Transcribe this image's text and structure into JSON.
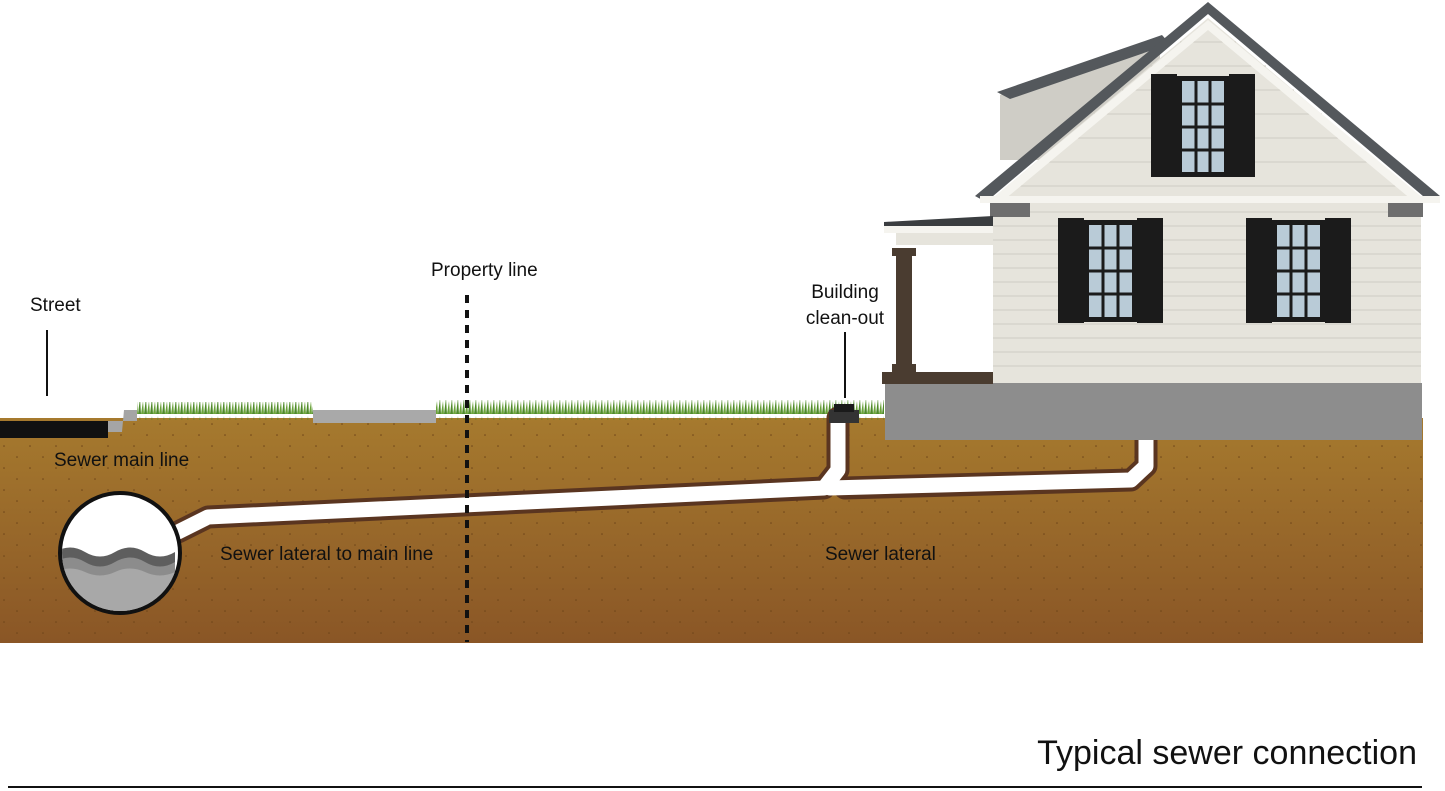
{
  "title": "Typical sewer connection",
  "labels": {
    "street": "Street",
    "property_line": "Property line",
    "clean_out_line1": "Building",
    "clean_out_line2": "clean-out",
    "sewer_main_line": "Sewer main line",
    "lateral_to_main": "Sewer lateral to main line",
    "sewer_lateral": "Sewer lateral"
  },
  "colors": {
    "soil_top": "#a67a2e",
    "soil_bottom": "#8a5626",
    "grass": "#4f8a2a",
    "pipe": "#ffffff",
    "pipe_outline": "#5a3520",
    "foundation": "#8d8d8d",
    "siding": "#e6e4dc",
    "roof": "#54585c",
    "shutter": "#1b1b1b",
    "water": "#7a7a7a"
  }
}
